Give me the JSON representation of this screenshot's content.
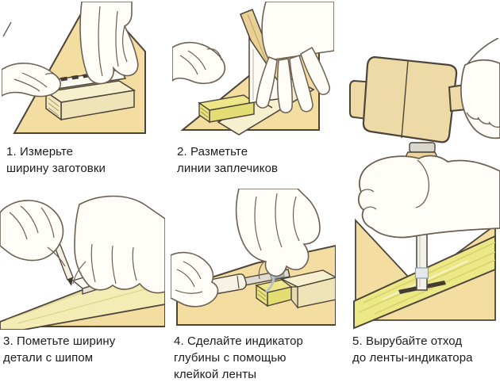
{
  "colors": {
    "bench_tan": "#f4dda1",
    "board_cream": "#f7f0cf",
    "board_cream_shade": "#efe4b8",
    "board_yellow": "#ede789",
    "board_yellow_shade": "#e4dd74",
    "bright_board": "#ece787",
    "bright_board_grain": "#d8d066",
    "mallet_tan": "#eedaa6",
    "hand_fill": "#fffdf7",
    "hand_outline": "#6d6052",
    "wood_outline": "#4c443a",
    "metal": "#dedcd2",
    "tape_blue": "#b7c4cd",
    "text": "#1c1c1c"
  },
  "steps": [
    {
      "number": "1",
      "illustration": "measure-workpiece-width",
      "caption": "1. Измерьте\nширину заготовки"
    },
    {
      "number": "2",
      "illustration": "mark-shoulder-lines",
      "caption": "2. Разметьте\nлинии заплечиков"
    },
    {
      "number": "3",
      "illustration": "mark-tenon-part-width",
      "caption": "3. Пометьте ширину\nдетали с шипом"
    },
    {
      "number": "4",
      "illustration": "tape-depth-indicator",
      "caption": "4. Сделайте индикатор\nглубины с помощью\nклейкой ленты"
    },
    {
      "number": "5",
      "illustration": "chop-waste-to-tape",
      "caption": "5. Вырубайте отход\nдо ленты-индикатора"
    }
  ]
}
